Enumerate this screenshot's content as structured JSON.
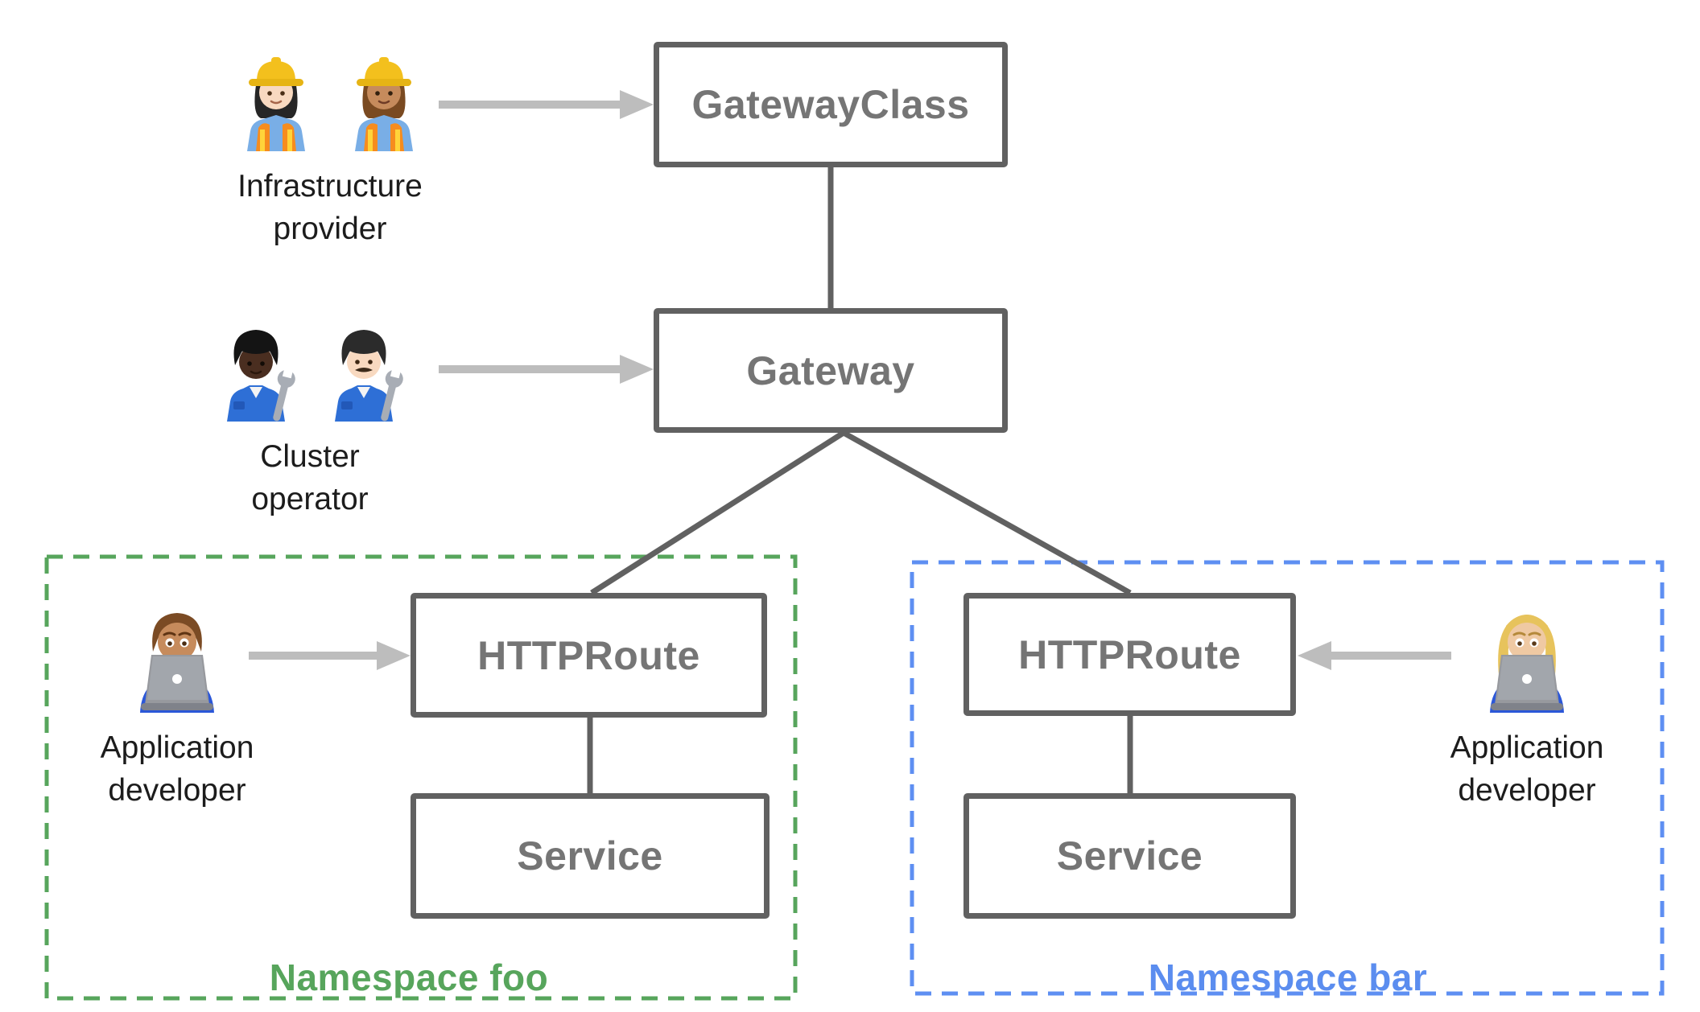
{
  "colors": {
    "box_border": "#616161",
    "box_label_text": "#757575",
    "connector": "#616161",
    "arrow": "#bdbdbd",
    "namespace_foo_green": "#57a55c",
    "namespace_bar_blue": "#5b8def",
    "persona_label_text": "#1c1c1c"
  },
  "nodes": {
    "gateway_class": {
      "label": "GatewayClass"
    },
    "gateway": {
      "label": "Gateway"
    },
    "httproute_foo": {
      "label": "HTTPRoute"
    },
    "service_foo": {
      "label": "Service"
    },
    "httproute_bar": {
      "label": "HTTPRoute"
    },
    "service_bar": {
      "label": "Service"
    }
  },
  "personas": {
    "infrastructure_provider": {
      "label": "Infrastructure provider",
      "icons": [
        "woman-construction-worker-light-skin-icon",
        "woman-construction-worker-medium-skin-icon"
      ]
    },
    "cluster_operator": {
      "label": "Cluster operator",
      "icons": [
        "mechanic-dark-skin-icon",
        "man-mechanic-light-skin-icon"
      ]
    },
    "application_developer_foo": {
      "label": "Application developer",
      "icons": [
        "man-technologist-icon"
      ]
    },
    "application_developer_bar": {
      "label": "Application developer",
      "icons": [
        "woman-technologist-icon"
      ]
    }
  },
  "namespaces": {
    "foo": {
      "label": "Namespace foo"
    },
    "bar": {
      "label": "Namespace bar"
    }
  }
}
